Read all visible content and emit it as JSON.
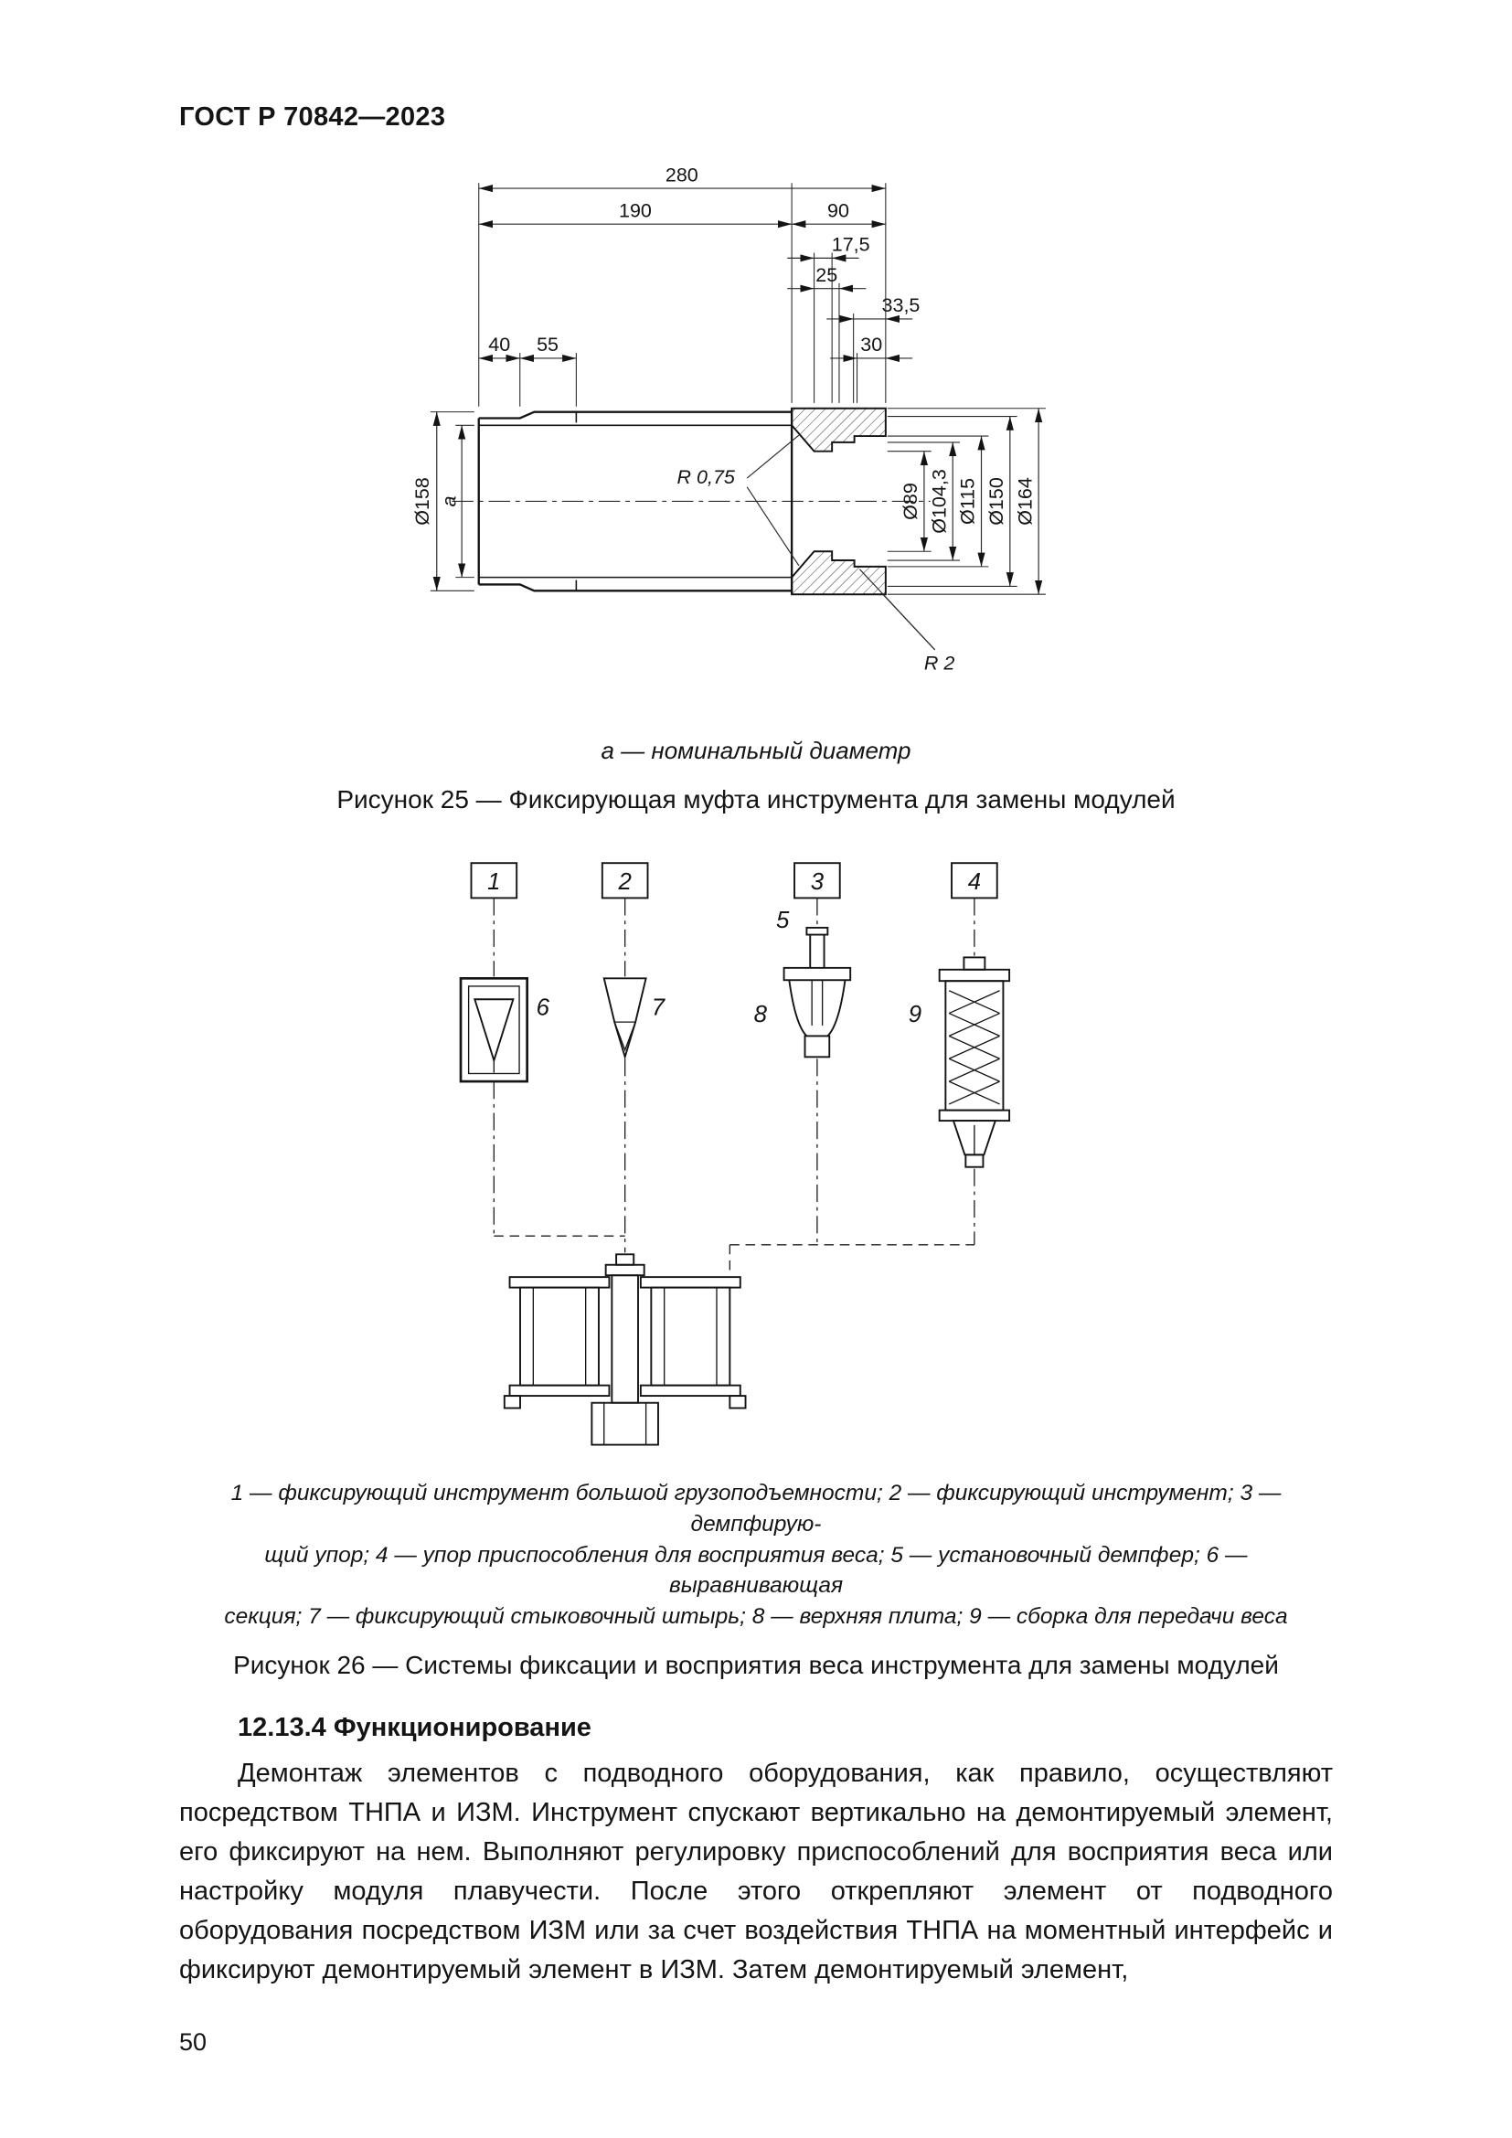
{
  "page": {
    "header": "ГОСТ Р 70842—2023",
    "number": "50"
  },
  "figure25": {
    "dims": {
      "len280": "280",
      "len190": "190",
      "len90": "90",
      "len17_5": "17,5",
      "len25": "25",
      "len33_5": "33,5",
      "len40": "40",
      "len55": "55",
      "len30": "30",
      "dia158": "Ø158",
      "nominal_dia": "a",
      "radius075": "R 0,75",
      "dia89": "Ø89",
      "dia104_3": "Ø104,3",
      "dia115": "Ø115",
      "dia150": "Ø150",
      "dia164": "Ø164",
      "radius2": "R 2"
    },
    "footnote": "а — номинальный диаметр",
    "caption": "Рисунок 25 — Фиксирующая муфта инструмента для замены модулей"
  },
  "figure26": {
    "callouts": {
      "c1": "1",
      "c2": "2",
      "c3": "3",
      "c4": "4",
      "c5": "5",
      "c6": "6",
      "c7": "7",
      "c8": "8",
      "c9": "9"
    },
    "legend_lines": [
      "1 — фиксирующий инструмент большой грузоподъемности; 2 — фиксирующий инструмент; 3 — демпфирую-",
      "щий упор; 4 — упор приспособления для восприятия веса; 5 — установочный демпфер; 6 — выравнивающая",
      "секция; 7 — фиксирующий стыковочный штырь; 8 — верхняя плита; 9 — сборка для передачи веса"
    ],
    "caption": "Рисунок 26 — Системы фиксации и восприятия веса инструмента для замены модулей"
  },
  "section": {
    "heading": "12.13.4 Функционирование",
    "paragraph": "Демонтаж элементов с подводного оборудования, как правило, осуществляют посредством ТНПА и ИЗМ. Инструмент спускают вертикально на демонтируемый элемент, его фиксируют на нем. Выполняют регулировку приспособлений для восприятия веса или настройку модуля плавучести. После этого открепляют элемент от подводного оборудования посредством ИЗМ или за счет воздействия ТНПА на моментный интерфейс и фиксируют демонтируемый элемент в ИЗМ. Затем демонтируемый элемент,"
  }
}
